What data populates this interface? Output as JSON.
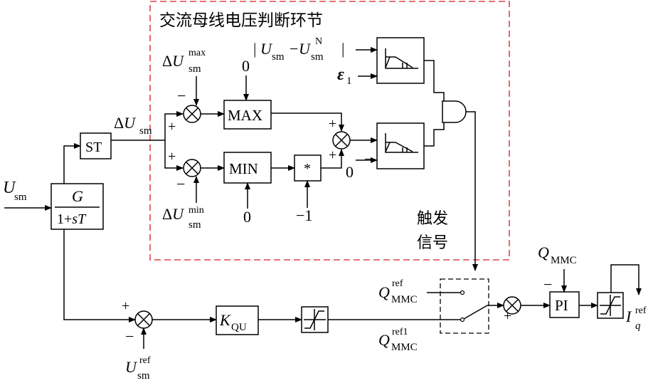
{
  "labels": {
    "frame_title": "交流母线电压判断环节",
    "trigger_line1": "触发",
    "trigger_line2": "信号",
    "u_sm": "U",
    "sm": "sm",
    "delta": "Δ",
    "U": "U",
    "max": "max",
    "min": "min",
    "N": "N",
    "ref": "ref",
    "ref1": "ref1",
    "Q": "Q",
    "MMC": "MMC",
    "I": "I",
    "q": "q",
    "epsilon": "ε",
    "one": "1",
    "K": "K",
    "QU": "QU",
    "plus": "+",
    "minus": "−",
    "zero": "0",
    "neg_one": "−1",
    "bar": "|",
    "dash": "−"
  },
  "blocks": {
    "st": "ST",
    "max_block": "MAX",
    "min_block": "MIN",
    "mul": "*",
    "pi": "PI",
    "tf_num": "G",
    "tf_den_a": "1+",
    "tf_den_b": "sT"
  },
  "colors": {
    "frame": "#e0434b",
    "line": "#000000"
  }
}
